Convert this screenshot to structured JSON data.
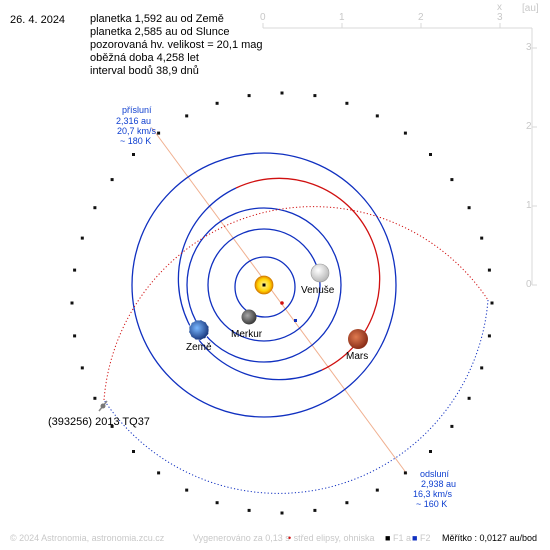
{
  "date": "26. 4. 2024",
  "info": [
    "planetka 1,592 au od Země",
    "planetka 2,585 au od Slunce",
    "pozorovaná hv. velikost = 20,1 mag",
    "oběžná doba 4,258 let",
    "interval bodů 38,9 dnů"
  ],
  "axes": {
    "top_ticks": [
      "0",
      "1",
      "2",
      "3"
    ],
    "right_ticks": [
      "3",
      "2",
      "1",
      "0"
    ],
    "x_label": "x",
    "unit_label": "[au]"
  },
  "bodies": {
    "venus": "Venuše",
    "earth": "Země",
    "mercury": "Merkur",
    "mars": "Mars",
    "asteroid": "(393256) 2013 TQ37"
  },
  "perihelion": {
    "title": "přísluní",
    "distance": "2,316 au",
    "speed": "20,7 km/s",
    "temp": "~ 180 K"
  },
  "aphelion": {
    "title": "odsluní",
    "distance": "2,938 au",
    "speed": "16,3 km/s",
    "temp": "~ 160 K"
  },
  "footer": {
    "copyright": "© 2024 Astronomia, astronomia.zcu.cz",
    "generated": "Vygenerováno za 0,13 s",
    "legend_center": "střed elipsy, ohniska",
    "f1": "F1 a",
    "f2": "F2",
    "scale": "Měřítko : 0,0127 au/bod"
  },
  "colors": {
    "asteroid_orbit": "#d01010",
    "planet_orbit": "#1030c0",
    "apsis_line": "#f0b090",
    "label_blue": "#1040d0",
    "sun": "#ffd000",
    "mars": "#b84a2a"
  }
}
